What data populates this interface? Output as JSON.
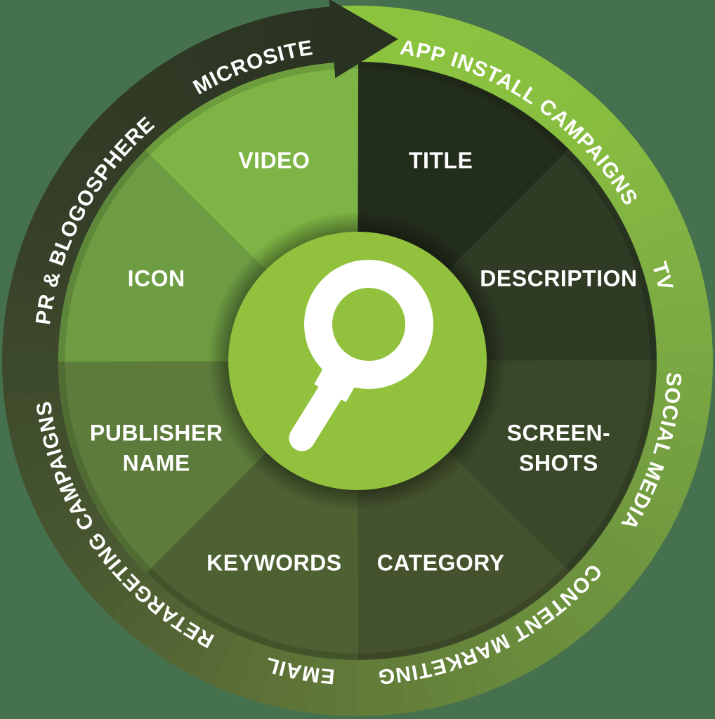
{
  "background_color": "#46714e",
  "diagram": {
    "type": "marketing-wheel",
    "center": {
      "icon": "magnifier-icon",
      "circle_color": "#92c23d",
      "icon_color": "#ffffff"
    },
    "label_color": "#ffffff",
    "inner_segments": [
      {
        "label": "TITLE",
        "lines": [
          "TITLE"
        ],
        "color": "#232d1c",
        "start_angle": 0,
        "end_angle": 45
      },
      {
        "label": "DESCRIPTION",
        "lines": [
          "DESCRIPTION"
        ],
        "color": "#2f3b24",
        "start_angle": 45,
        "end_angle": 90
      },
      {
        "label": "SCREEN-SHOTS",
        "lines": [
          "SCREEN-",
          "SHOTS"
        ],
        "color": "#394829",
        "start_angle": 90,
        "end_angle": 135
      },
      {
        "label": "CATEGORY",
        "lines": [
          "CATEGORY"
        ],
        "color": "#44522d",
        "start_angle": 135,
        "end_angle": 180
      },
      {
        "label": "KEYWORDS",
        "lines": [
          "KEYWORDS"
        ],
        "color": "#4d6132",
        "start_angle": 180,
        "end_angle": 225
      },
      {
        "label": "PUBLISHER NAME",
        "lines": [
          "PUBLISHER",
          "NAME"
        ],
        "color": "#5d7c3b",
        "start_angle": 225,
        "end_angle": 270
      },
      {
        "label": "ICON",
        "lines": [
          "ICON"
        ],
        "color": "#6d9c43",
        "start_angle": 270,
        "end_angle": 315
      },
      {
        "label": "VIDEO",
        "lines": [
          "VIDEO"
        ],
        "color": "#7db445",
        "start_angle": 315,
        "end_angle": 360
      }
    ],
    "outer_labels": [
      {
        "label": "APP INSTALL CAMPAIGNS",
        "angle": 34
      },
      {
        "label": "TV",
        "angle": 74.5
      },
      {
        "label": "SOCIAL MEDIA",
        "angle": 107
      },
      {
        "label": "CONTENT MARKETING",
        "angle": 153.5
      },
      {
        "label": "EMAIL",
        "angle": 190.5
      },
      {
        "label": "RETARGETING CAMPAIGNS",
        "angle": 235
      },
      {
        "label": "PR & BLOGOSPHERE",
        "angle": 298
      },
      {
        "label": "MICROSITE",
        "angle": 340.5
      }
    ],
    "outer_ring": {
      "direction": "clockwise-bright-to-dark",
      "gradient_stops": [
        [
          2,
          "#8cc43e"
        ],
        [
          45,
          "#88be40"
        ],
        [
          76,
          "#7fae43"
        ],
        [
          107,
          "#75a041"
        ],
        [
          150,
          "#6a8c3d"
        ],
        [
          191,
          "#5e7437"
        ],
        [
          237,
          "#475630"
        ],
        [
          294,
          "#363f28"
        ],
        [
          356,
          "#2a3321"
        ]
      ],
      "arrow_color": "#293220"
    }
  }
}
